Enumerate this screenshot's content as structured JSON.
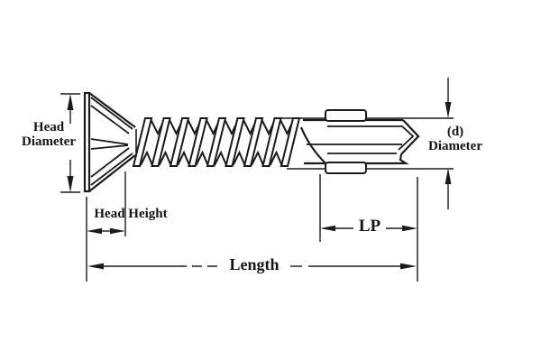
{
  "diagram": {
    "labels": {
      "head_diameter": [
        "Head",
        "Diameter"
      ],
      "head_height": "Head Height",
      "length": "Length",
      "lp": "LP",
      "point_diameter": [
        "(d)",
        "Diameter"
      ]
    },
    "colors": {
      "background": "#ffffff",
      "line": "#1a1a1a",
      "text": "#141414"
    }
  }
}
